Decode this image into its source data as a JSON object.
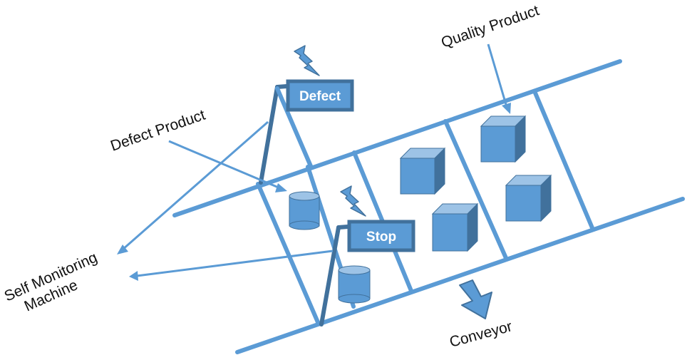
{
  "labels": {
    "quality_product": "Quality Product",
    "defect_product": "Defect Product",
    "self_monitoring_line1": "Self Monitoring",
    "self_monitoring_line2": "Machine",
    "conveyor": "Conveyor"
  },
  "signs": {
    "defect": "Defect",
    "stop": "Stop"
  },
  "colors": {
    "belt": "#5b9bd5",
    "arm": "#41719c",
    "shape_front": "#5b9bd5",
    "shape_top": "#9dc3e6",
    "shape_side": "#41719c",
    "sign_fill": "#5b9bd5",
    "sign_border": "#41719c",
    "text": "#111111"
  },
  "icons": [
    "lightning-icon",
    "down-arrow-icon"
  ]
}
